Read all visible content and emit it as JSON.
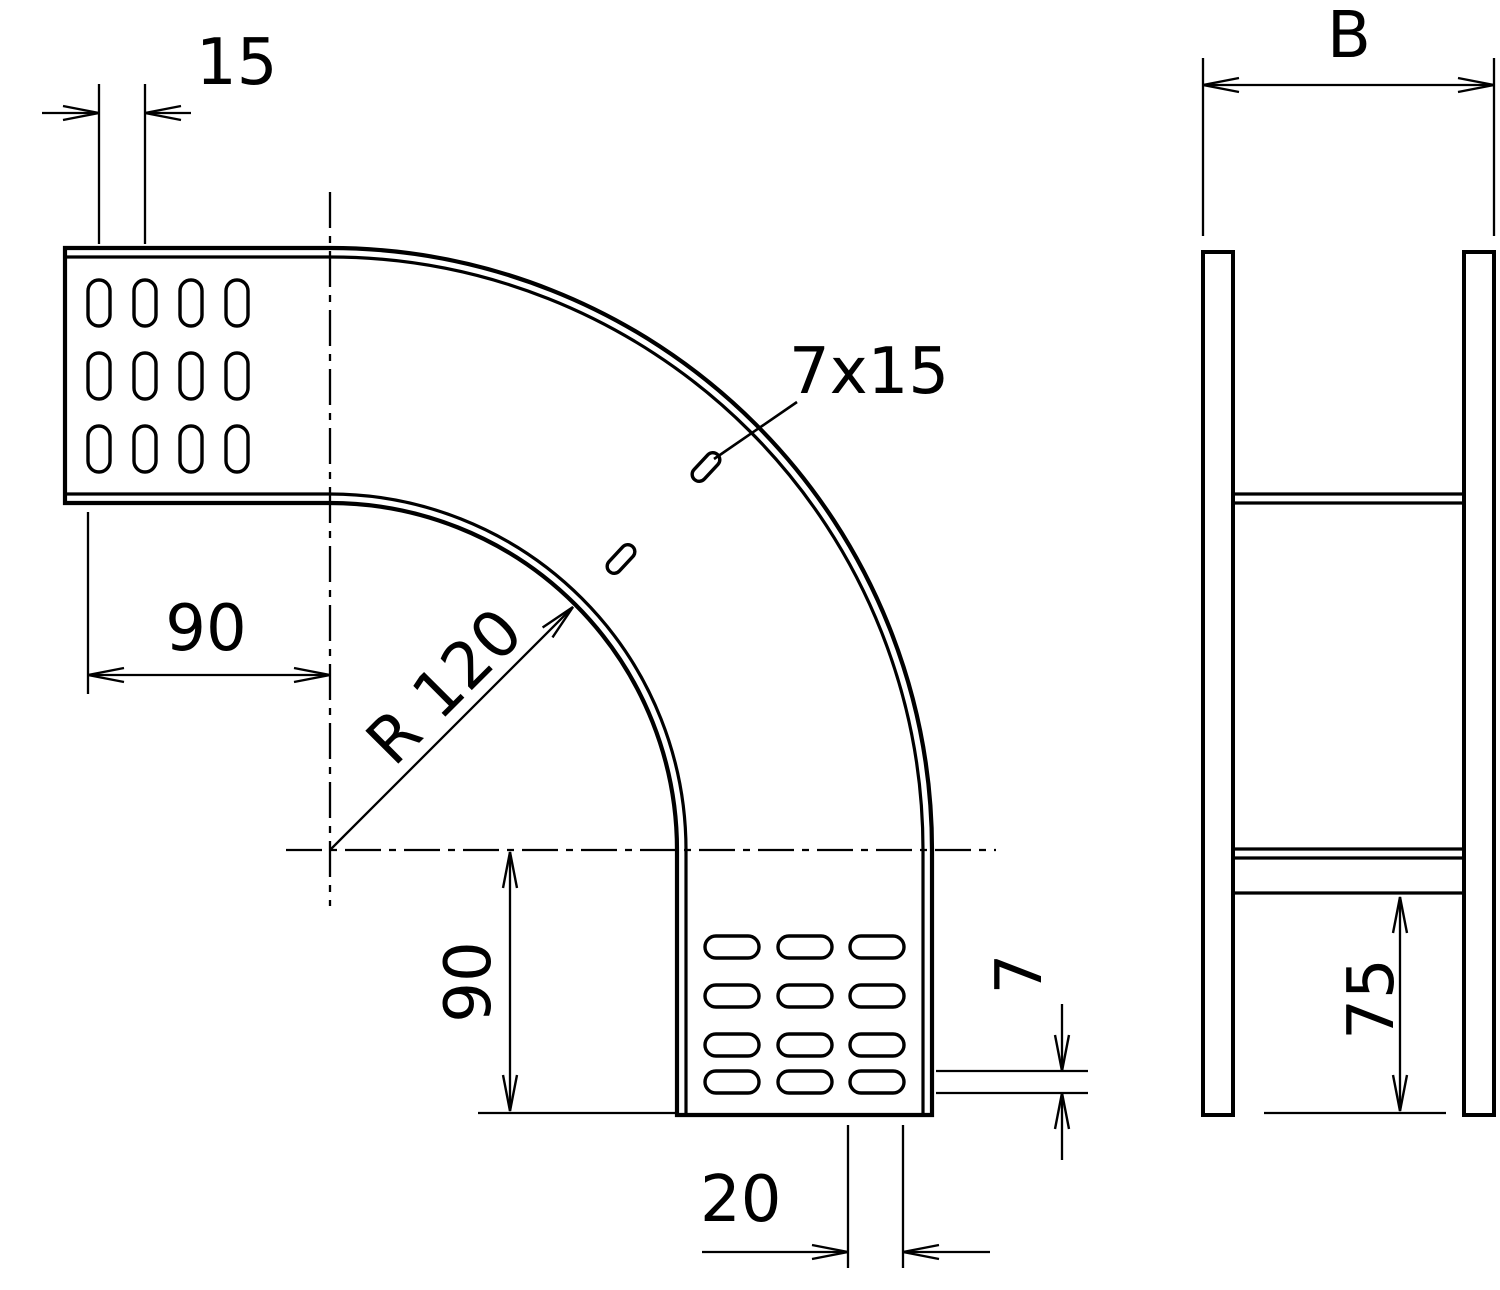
{
  "labels": {
    "slot_pitch": "15",
    "horizontal_leg": "90",
    "bend_radius": "R 120",
    "slot_size": "7x15",
    "vertical_leg": "90",
    "end_slot_length": "20",
    "end_slot_width": "7",
    "width": "B",
    "side_height": "75"
  },
  "colors": {
    "line": "#000000",
    "background": "#ffffff"
  }
}
